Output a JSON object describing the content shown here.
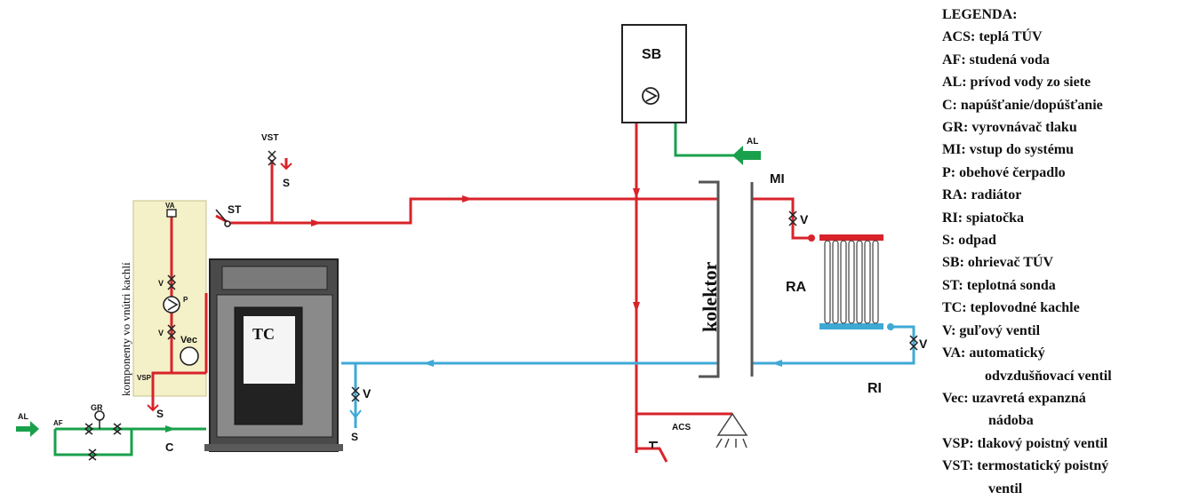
{
  "diagram": {
    "labels": {
      "sb": "SB",
      "al_top": "AL",
      "mi": "MI",
      "v_mi": "V",
      "ra": "RA",
      "v_ri": "V",
      "ri": "RI",
      "kolektor": "kolektor",
      "acs": "ACS",
      "vst": "VST",
      "s_vst": "S",
      "st": "ST",
      "va": "VA",
      "v_upper": "V",
      "p": "P",
      "v_lower": "V",
      "vec": "Vec",
      "vsp": "VSP",
      "s_vsp": "S",
      "tc": "TC",
      "v_return": "V",
      "s_return": "S",
      "al_bottom": "AL",
      "af": "AF",
      "gr": "GR",
      "c": "C",
      "komponenty": "komponenty vo vnútri kachlí"
    },
    "colors": {
      "hot_pipe": "#d8232a",
      "return_pipe": "#3fa9d6",
      "cold_pipe": "#19a04b",
      "components_box": "#f4f0c8",
      "radiator_top": "#d8232a",
      "radiator_bottom": "#3fa9d6"
    }
  },
  "legend": {
    "title": "LEGENDA:",
    "items": [
      "ACS: teplá TÚV",
      "AF: studená voda",
      "AL: prívod vody zo siete",
      "C: napúšťanie/dopúšťanie",
      "GR: vyrovnávač tlaku",
      "MI: vstup do systému",
      "P: obehové čerpadlo",
      "RA: radiátor",
      "RI: spiatočka",
      "S: odpad",
      "SB: ohrievač TÚV",
      "ST: teplotná sonda",
      "TC: teplovodné kachle",
      "V: guľový ventil",
      "VA: automatický"
    ],
    "va_cont": "odvzdušňovací ventil",
    "vec": "Vec: uzavretá expanzná",
    "vec_cont": "nádoba",
    "vsp": "VSP: tlakový poistný ventil",
    "vst": "VST: termostatický poistný",
    "vst_cont": "ventil"
  }
}
